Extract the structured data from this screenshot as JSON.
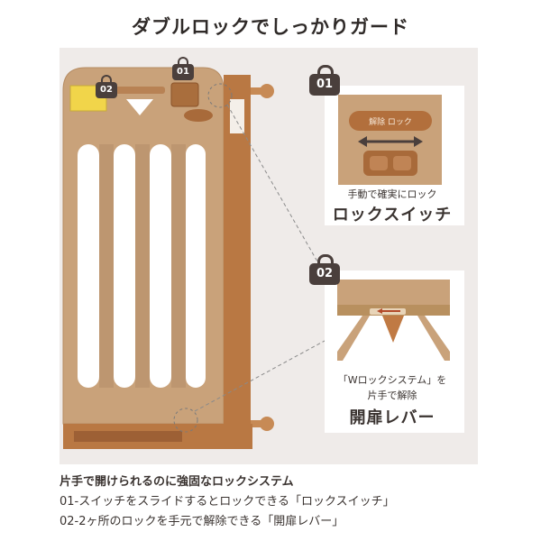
{
  "title": "ダブルロックでしっかりガード",
  "badges": {
    "one": "01",
    "two": "02"
  },
  "feature1": {
    "subtitle": "手動で確実にロック",
    "name": "ロックスイッチ",
    "switch_text": "解除 ロック"
  },
  "feature2": {
    "subtitle_line1": "「Wロックシステム」を",
    "subtitle_line2": "片手で解除",
    "name": "開扉レバー"
  },
  "description": {
    "heading": "片手で開けられるのに強固なロックシステム",
    "line1": "01-スイッチをスライドするとロックできる「ロックスイッチ」",
    "line2": "02-2ヶ所のロックを手元で解除できる「開扉レバー」"
  },
  "colors": {
    "wood": "#c9a27a",
    "wood_dark": "#a86a3a",
    "badge": "#4a3f3c",
    "background": "#efebe9"
  }
}
